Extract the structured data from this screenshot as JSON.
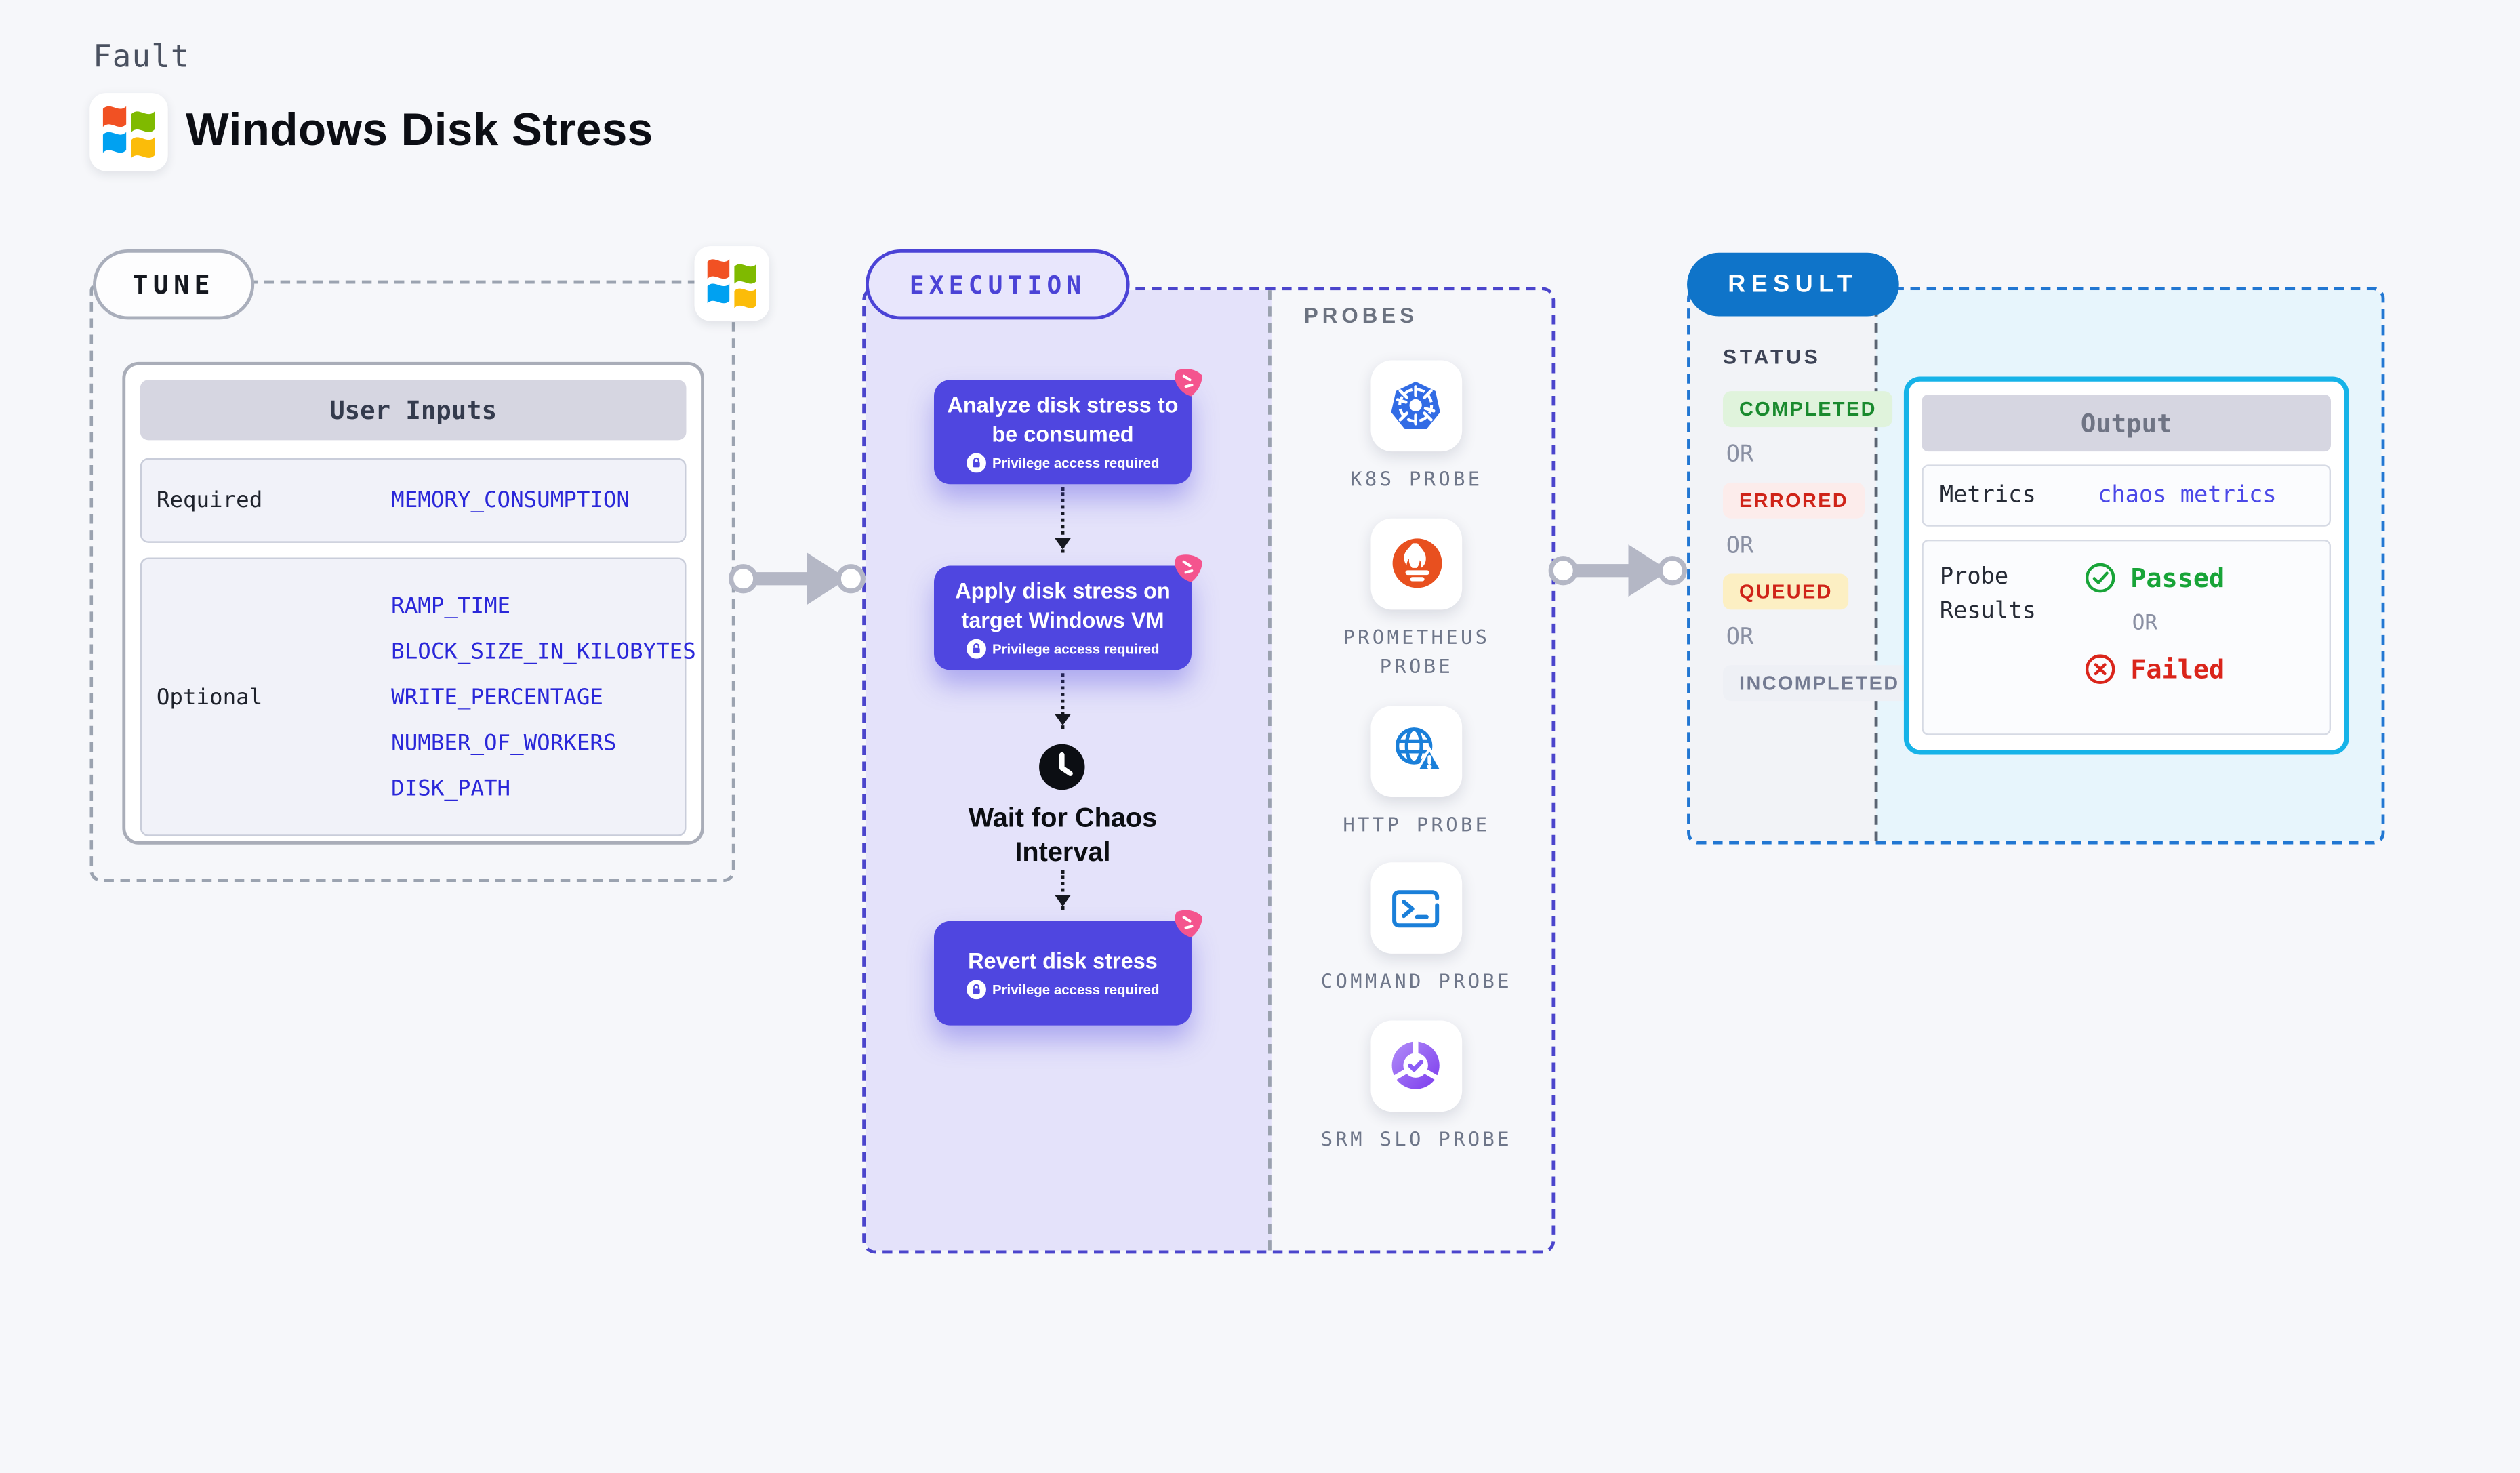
{
  "header": {
    "eyebrow": "Fault",
    "title": "Windows Disk Stress"
  },
  "tune": {
    "label": "TUNE",
    "table": {
      "title": "User Inputs",
      "rows": [
        {
          "label": "Required",
          "params": [
            "MEMORY_CONSUMPTION"
          ]
        },
        {
          "label": "Optional",
          "params": [
            "RAMP_TIME",
            "BLOCK_SIZE_IN_KILOBYTES",
            "WRITE_PERCENTAGE",
            "NUMBER_OF_WORKERS",
            "DISK_PATH"
          ]
        }
      ]
    }
  },
  "execution": {
    "label": "EXECUTION",
    "steps": [
      {
        "title": "Analyze disk stress to be consumed",
        "note": "Privilege access required"
      },
      {
        "title": "Apply disk stress on target Windows VM",
        "note": "Privilege access required"
      },
      {
        "title": "Revert disk stress",
        "note": "Privilege access required"
      }
    ],
    "wait_label": "Wait for Chaos Interval",
    "probes": {
      "label": "PROBES",
      "items": [
        {
          "name": "K8S PROBE",
          "icon": "kubernetes-icon"
        },
        {
          "name": "PROMETHEUS PROBE",
          "icon": "prometheus-icon"
        },
        {
          "name": "HTTP PROBE",
          "icon": "http-globe-icon"
        },
        {
          "name": "COMMAND PROBE",
          "icon": "terminal-icon"
        },
        {
          "name": "SRM SLO PROBE",
          "icon": "srm-slo-icon"
        }
      ]
    }
  },
  "result": {
    "label": "RESULT",
    "status": {
      "heading": "STATUS",
      "or": "OR",
      "badges": [
        {
          "text": "COMPLETED"
        },
        {
          "text": "ERRORED"
        },
        {
          "text": "QUEUED"
        },
        {
          "text": "INCOMPLETED"
        }
      ]
    },
    "output": {
      "title": "Output",
      "metrics_label": "Metrics",
      "metrics_value": "chaos metrics",
      "probe_results_label": "Probe Results",
      "passed_label": "Passed",
      "or_label": "OR",
      "failed_label": "Failed"
    }
  },
  "colors": {
    "accent_indigo": "#4f46e0",
    "panel_lavender": "#e4e2fa",
    "pink_flag": "#f4548e",
    "result_blue": "#0f74c9",
    "output_border_cyan": "#16b3e8",
    "output_panel_cyan": "#e7f5fc",
    "param_blue": "#2a27d9",
    "link_blue": "#4b48e8",
    "completed_green": "#1a8a2e",
    "errored_red": "#cf2318",
    "incompleted_gray": "#747b92",
    "passed_green": "#18a438",
    "failed_red": "#da251b",
    "kubernetes_blue": "#326ce5",
    "prometheus_orange": "#e8501f",
    "probe_icon_blue": "#1a7fd9"
  }
}
